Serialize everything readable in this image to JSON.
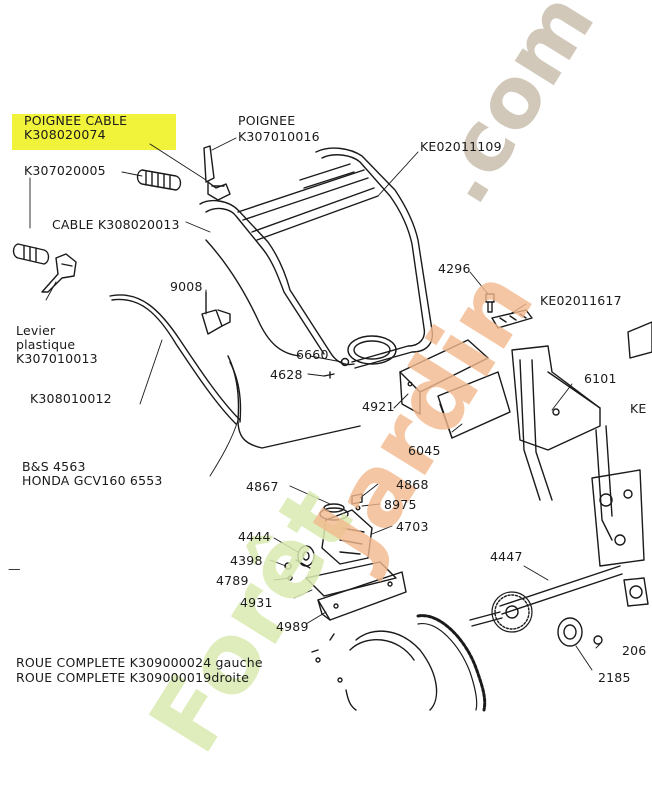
{
  "labels": {
    "poignee_cable_1": "POIGNEE CABLE",
    "poignee_cable_2": "K308020074",
    "poignee_1": "POIGNEE",
    "poignee_2": "K307010016",
    "ke02011109": "KE02011109",
    "k307020005": "K307020005",
    "cable": "CABLE K308020013",
    "n4296": "4296",
    "n9008": "9008",
    "ke02011617": "KE02011617",
    "levier_1": "Levier",
    "levier_2": "plastique",
    "levier_3": "K307010013",
    "n6660": "6660",
    "n4628": "4628",
    "n6101": "6101",
    "k308010012": "K308010012",
    "n4921": "4921",
    "ke_edge": "KE",
    "n6045": "6045",
    "bs": "B&S  4563",
    "honda": "HONDA GCV160  6553",
    "n4867": "4867",
    "n4868": "4868",
    "n8975": "8975",
    "n4703": "4703",
    "n4444": "4444",
    "n4398": "4398",
    "n4789": "4789",
    "n4447": "4447",
    "n4931": "4931",
    "n4989": "4989",
    "n206": "206",
    "roue_1": "ROUE COMPLETE  K309000024 gauche",
    "roue_2": "ROUE COMPLETE  K309000019droite",
    "n2185": "2185",
    "dash": "—"
  },
  "watermark": {
    "domain": ".com",
    "brand_part1": "Forêt",
    "brand_part2": "Jardin"
  },
  "colors": {
    "highlight": "#f1f23a",
    "watermark_orange": "#f3b98d",
    "watermark_green": "#d9ebb0",
    "watermark_brown": "#c9bfae",
    "ink": "#1a1a1a"
  }
}
